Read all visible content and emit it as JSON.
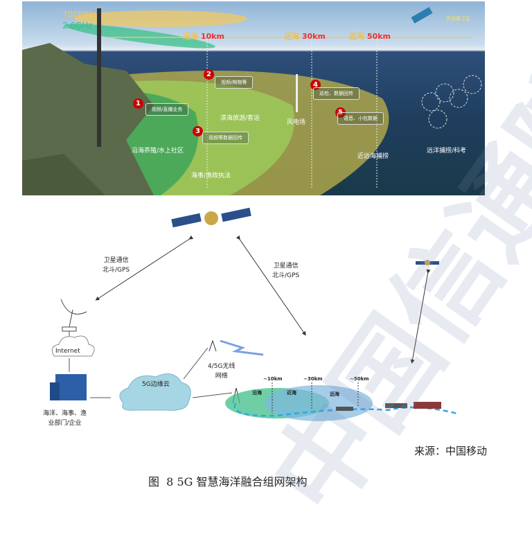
{
  "photo": {
    "bands": [
      "700MHz",
      "2.6GHz"
    ],
    "satellite_label": "高通量卫星",
    "zones": [
      {
        "name": "沿海",
        "dist": "10km"
      },
      {
        "name": "近海",
        "dist": "30km"
      },
      {
        "name": "远海",
        "dist": "50km"
      }
    ],
    "services": [
      {
        "num": "1",
        "text": "视频/直播业务"
      },
      {
        "num": "2",
        "text": "视频/购物等"
      },
      {
        "num": "3",
        "text": "视频等数据回传"
      },
      {
        "num": "4",
        "text": "巡检、数据回传"
      },
      {
        "num": "5",
        "text": "语音、小包数据"
      }
    ],
    "scenes": [
      "沿海养殖/水上社区",
      "滨海旅游/客运",
      "海事/渔政执法",
      "风电场",
      "近远海捕捞",
      "远洋捕捞/科考"
    ]
  },
  "diagram": {
    "sat_link_left": [
      "卫星通信",
      "北斗/GPS"
    ],
    "sat_link_right": [
      "卫星通信",
      "北斗/GPS"
    ],
    "internet": "Internet",
    "org": [
      "海洋、海事、渔",
      "业部门/企业"
    ],
    "edge_cloud": "5G边缘云",
    "wireless": [
      "4/5G无线",
      "网络"
    ],
    "ranges": [
      "~10km",
      "~30km",
      "~50km"
    ],
    "zones": [
      "沿海",
      "近海",
      "远海"
    ]
  },
  "source": "来源：中国移动",
  "caption": "图  8 5G 智慧海洋融合组网架构",
  "watermark": "中国信通院",
  "colors": {
    "coverage_green": "#3dbf8a",
    "coverage_blue": "#7fb6e0",
    "band_700": "#f0c860",
    "band_26": "#3cc08a",
    "route": "#2aa8e8"
  }
}
